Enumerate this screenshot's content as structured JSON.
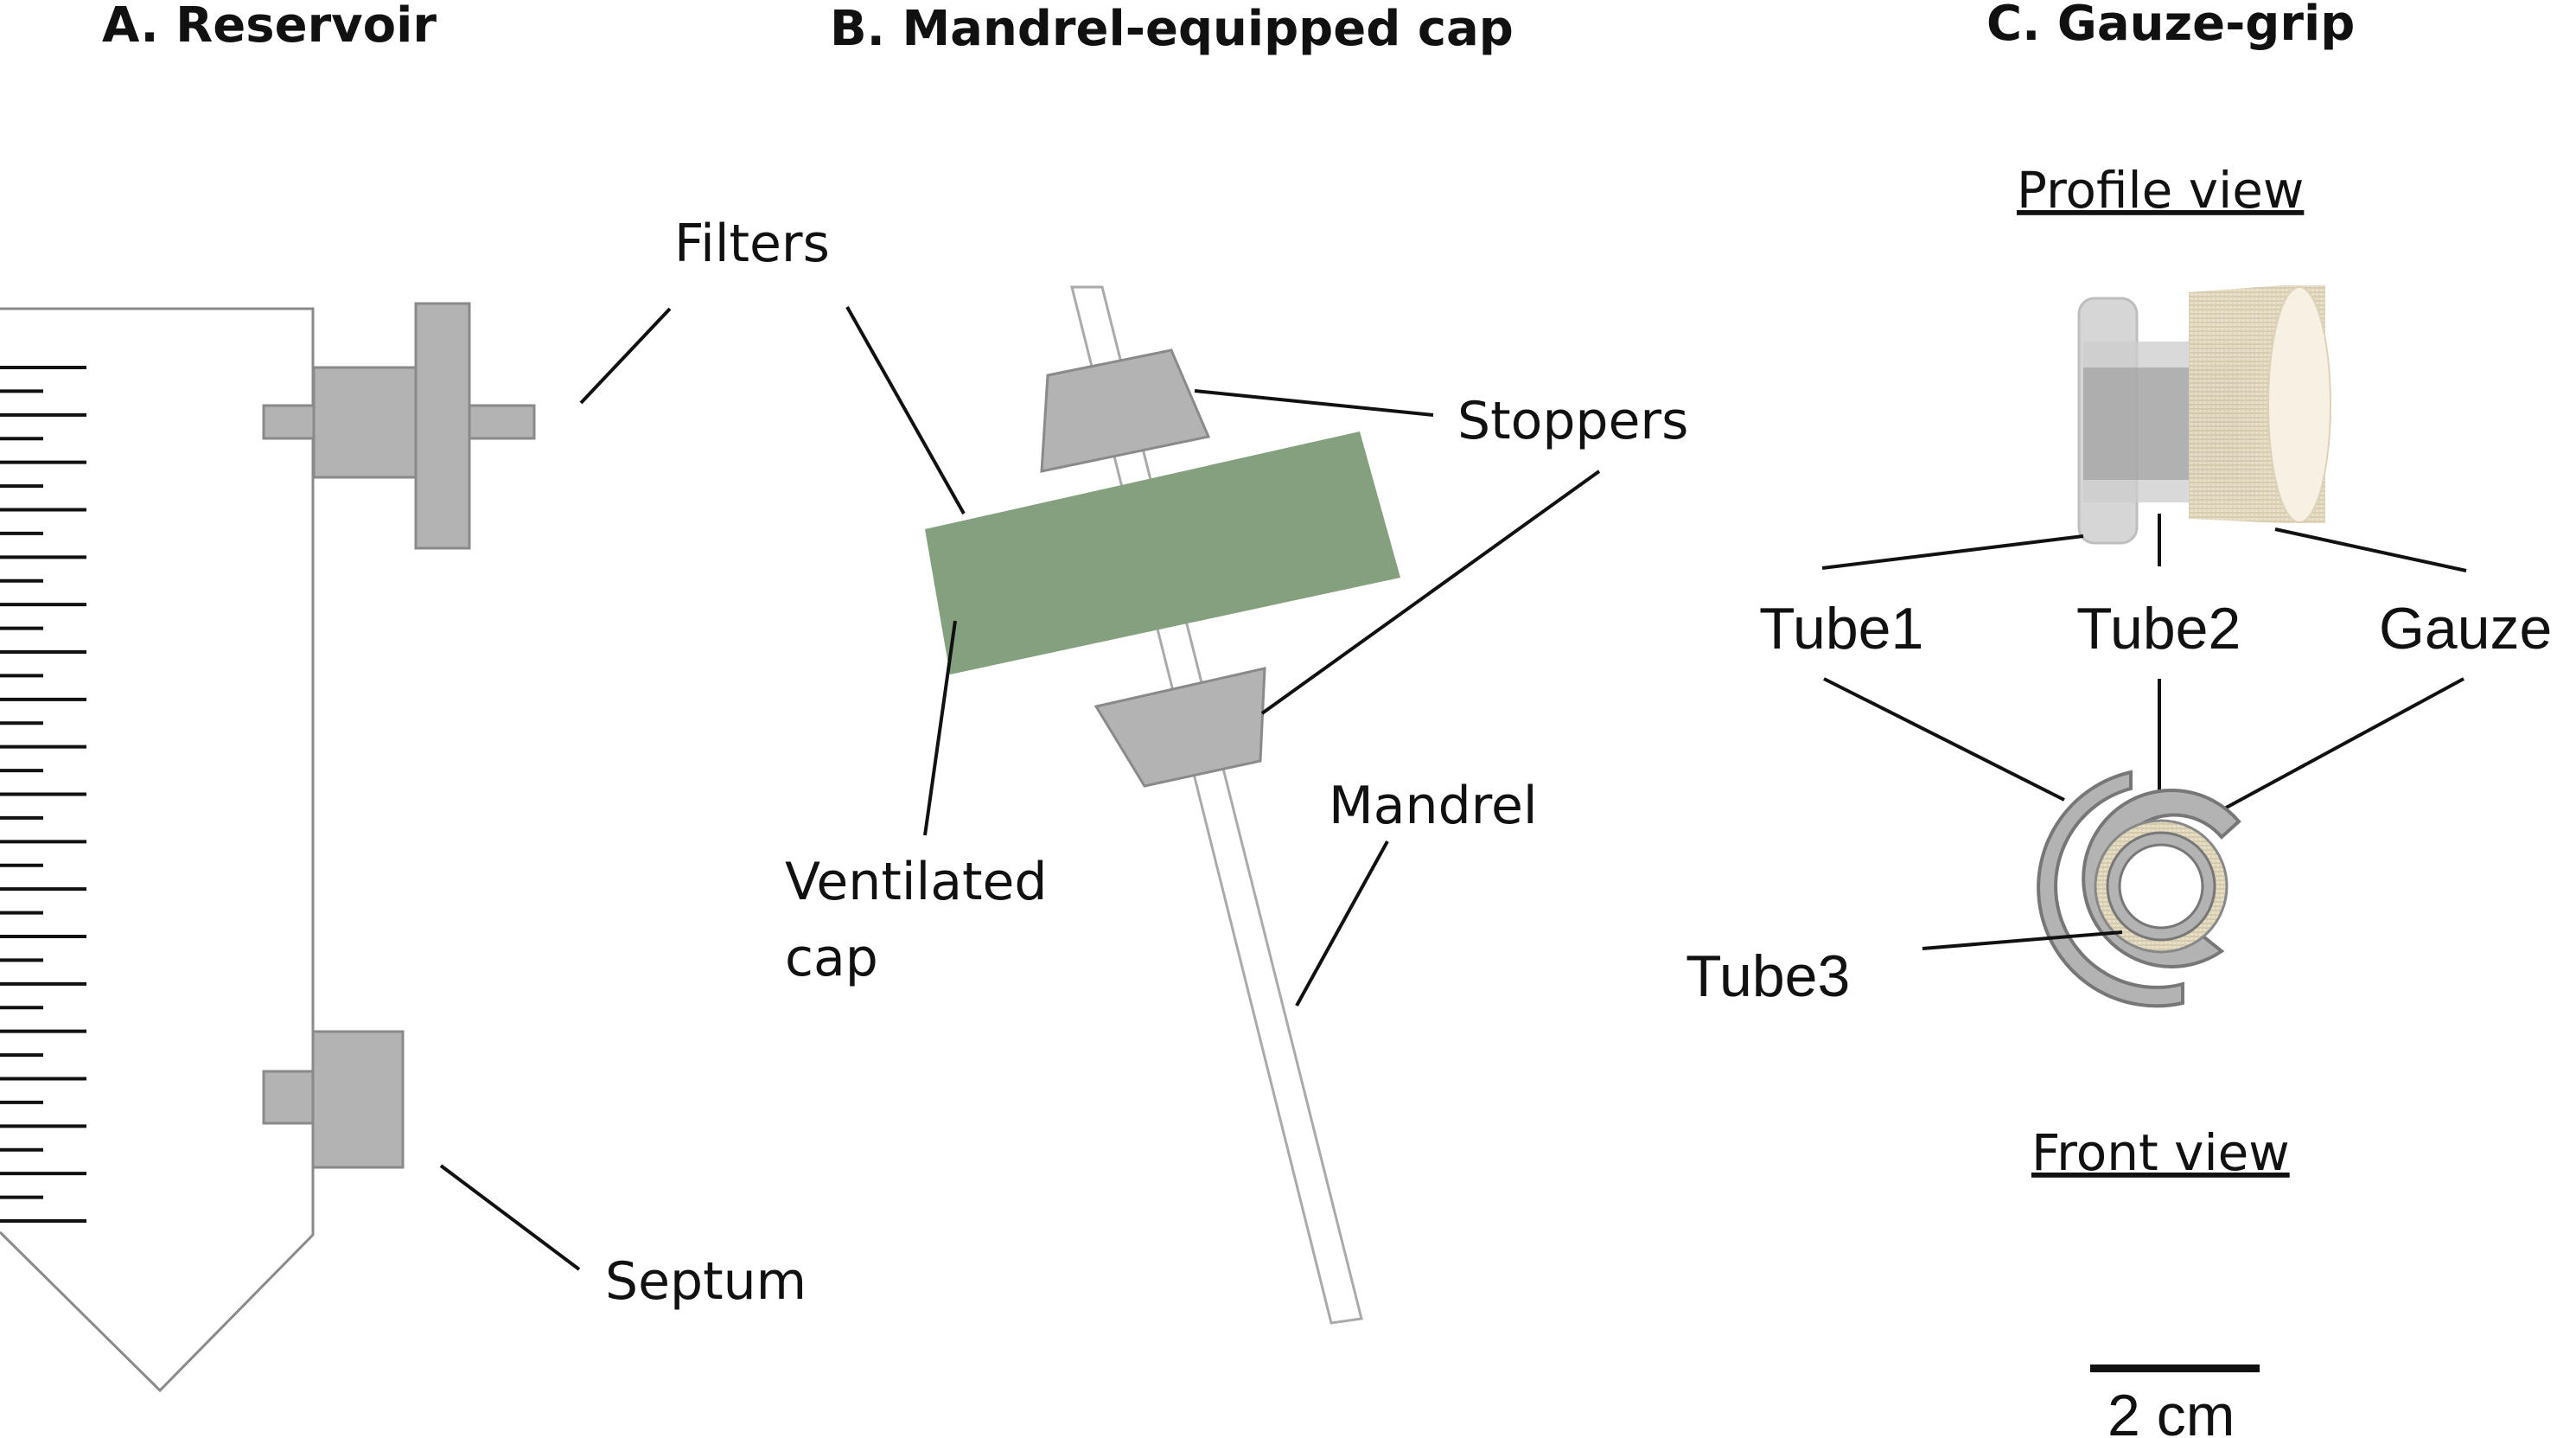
{
  "panels": {
    "a_title": "A. Reservoir",
    "b_title": "B. Mandrel-equipped cap",
    "c_title": "C. Gauze-grip"
  },
  "labels": {
    "filters": "Filters",
    "septum": "Septum",
    "stoppers": "Stoppers",
    "ventilated_cap_line1": "Ventilated",
    "ventilated_cap_line2": "cap",
    "mandrel": "Mandrel",
    "profile_view": "Profile view",
    "tube1": "Tube1",
    "tube2": "Tube2",
    "gauze": "Gauze",
    "tube3": "Tube3",
    "front_view": "Front view",
    "scale": "2 cm"
  },
  "colors": {
    "cap_green": "#85a07e",
    "part_gray": "#b3b3b3",
    "outline_gray": "#8a8a8a",
    "gauze_beige": "#e6dcc4"
  }
}
